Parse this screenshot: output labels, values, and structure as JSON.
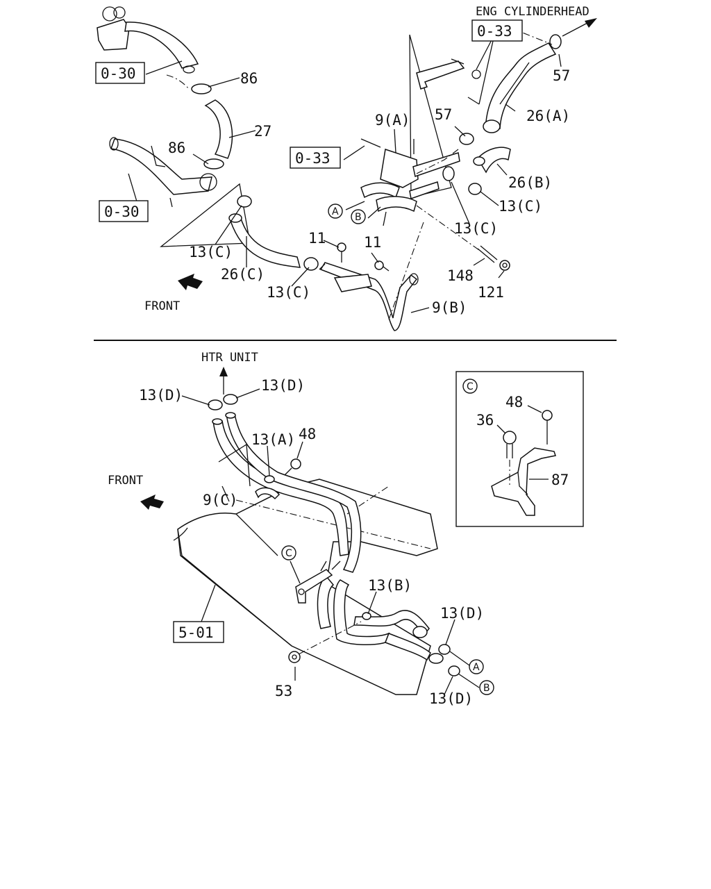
{
  "top": {
    "eng_cylinderhead": "ENG CYLINDERHEAD",
    "front": "FRONT",
    "refs": {
      "r030a": "0-30",
      "r030b": "0-30",
      "r033a": "0-33",
      "r033b": "0-33"
    },
    "parts": {
      "p86a": "86",
      "p86b": "86",
      "p27": "27",
      "p57a": "57",
      "p57b": "57",
      "p26a": "26(A)",
      "p26b": "26(B)",
      "p26c": "26(C)",
      "p9a": "9(A)",
      "p9b": "9(B)",
      "p13c1": "13(C)",
      "p13c2": "13(C)",
      "p13c3": "13(C)",
      "p13c4": "13(C)",
      "p11a": "11",
      "p11b": "11",
      "p148": "148",
      "p121": "121"
    },
    "circles": {
      "a": "A",
      "b": "B"
    }
  },
  "bottom": {
    "htr_unit": "HTR UNIT",
    "front": "FRONT",
    "refs": {
      "r501": "5-01"
    },
    "parts": {
      "p13d1": "13(D)",
      "p13d2": "13(D)",
      "p13d3": "13(D)",
      "p13d4": "13(D)",
      "p13a": "13(A)",
      "p48": "48",
      "p9c": "9(C)",
      "p13b": "13(B)",
      "p53": "53"
    },
    "circles": {
      "a": "A",
      "b": "B",
      "c": "C"
    },
    "inset": {
      "circle": "C",
      "p48": "48",
      "p36": "36",
      "p87": "87"
    }
  }
}
